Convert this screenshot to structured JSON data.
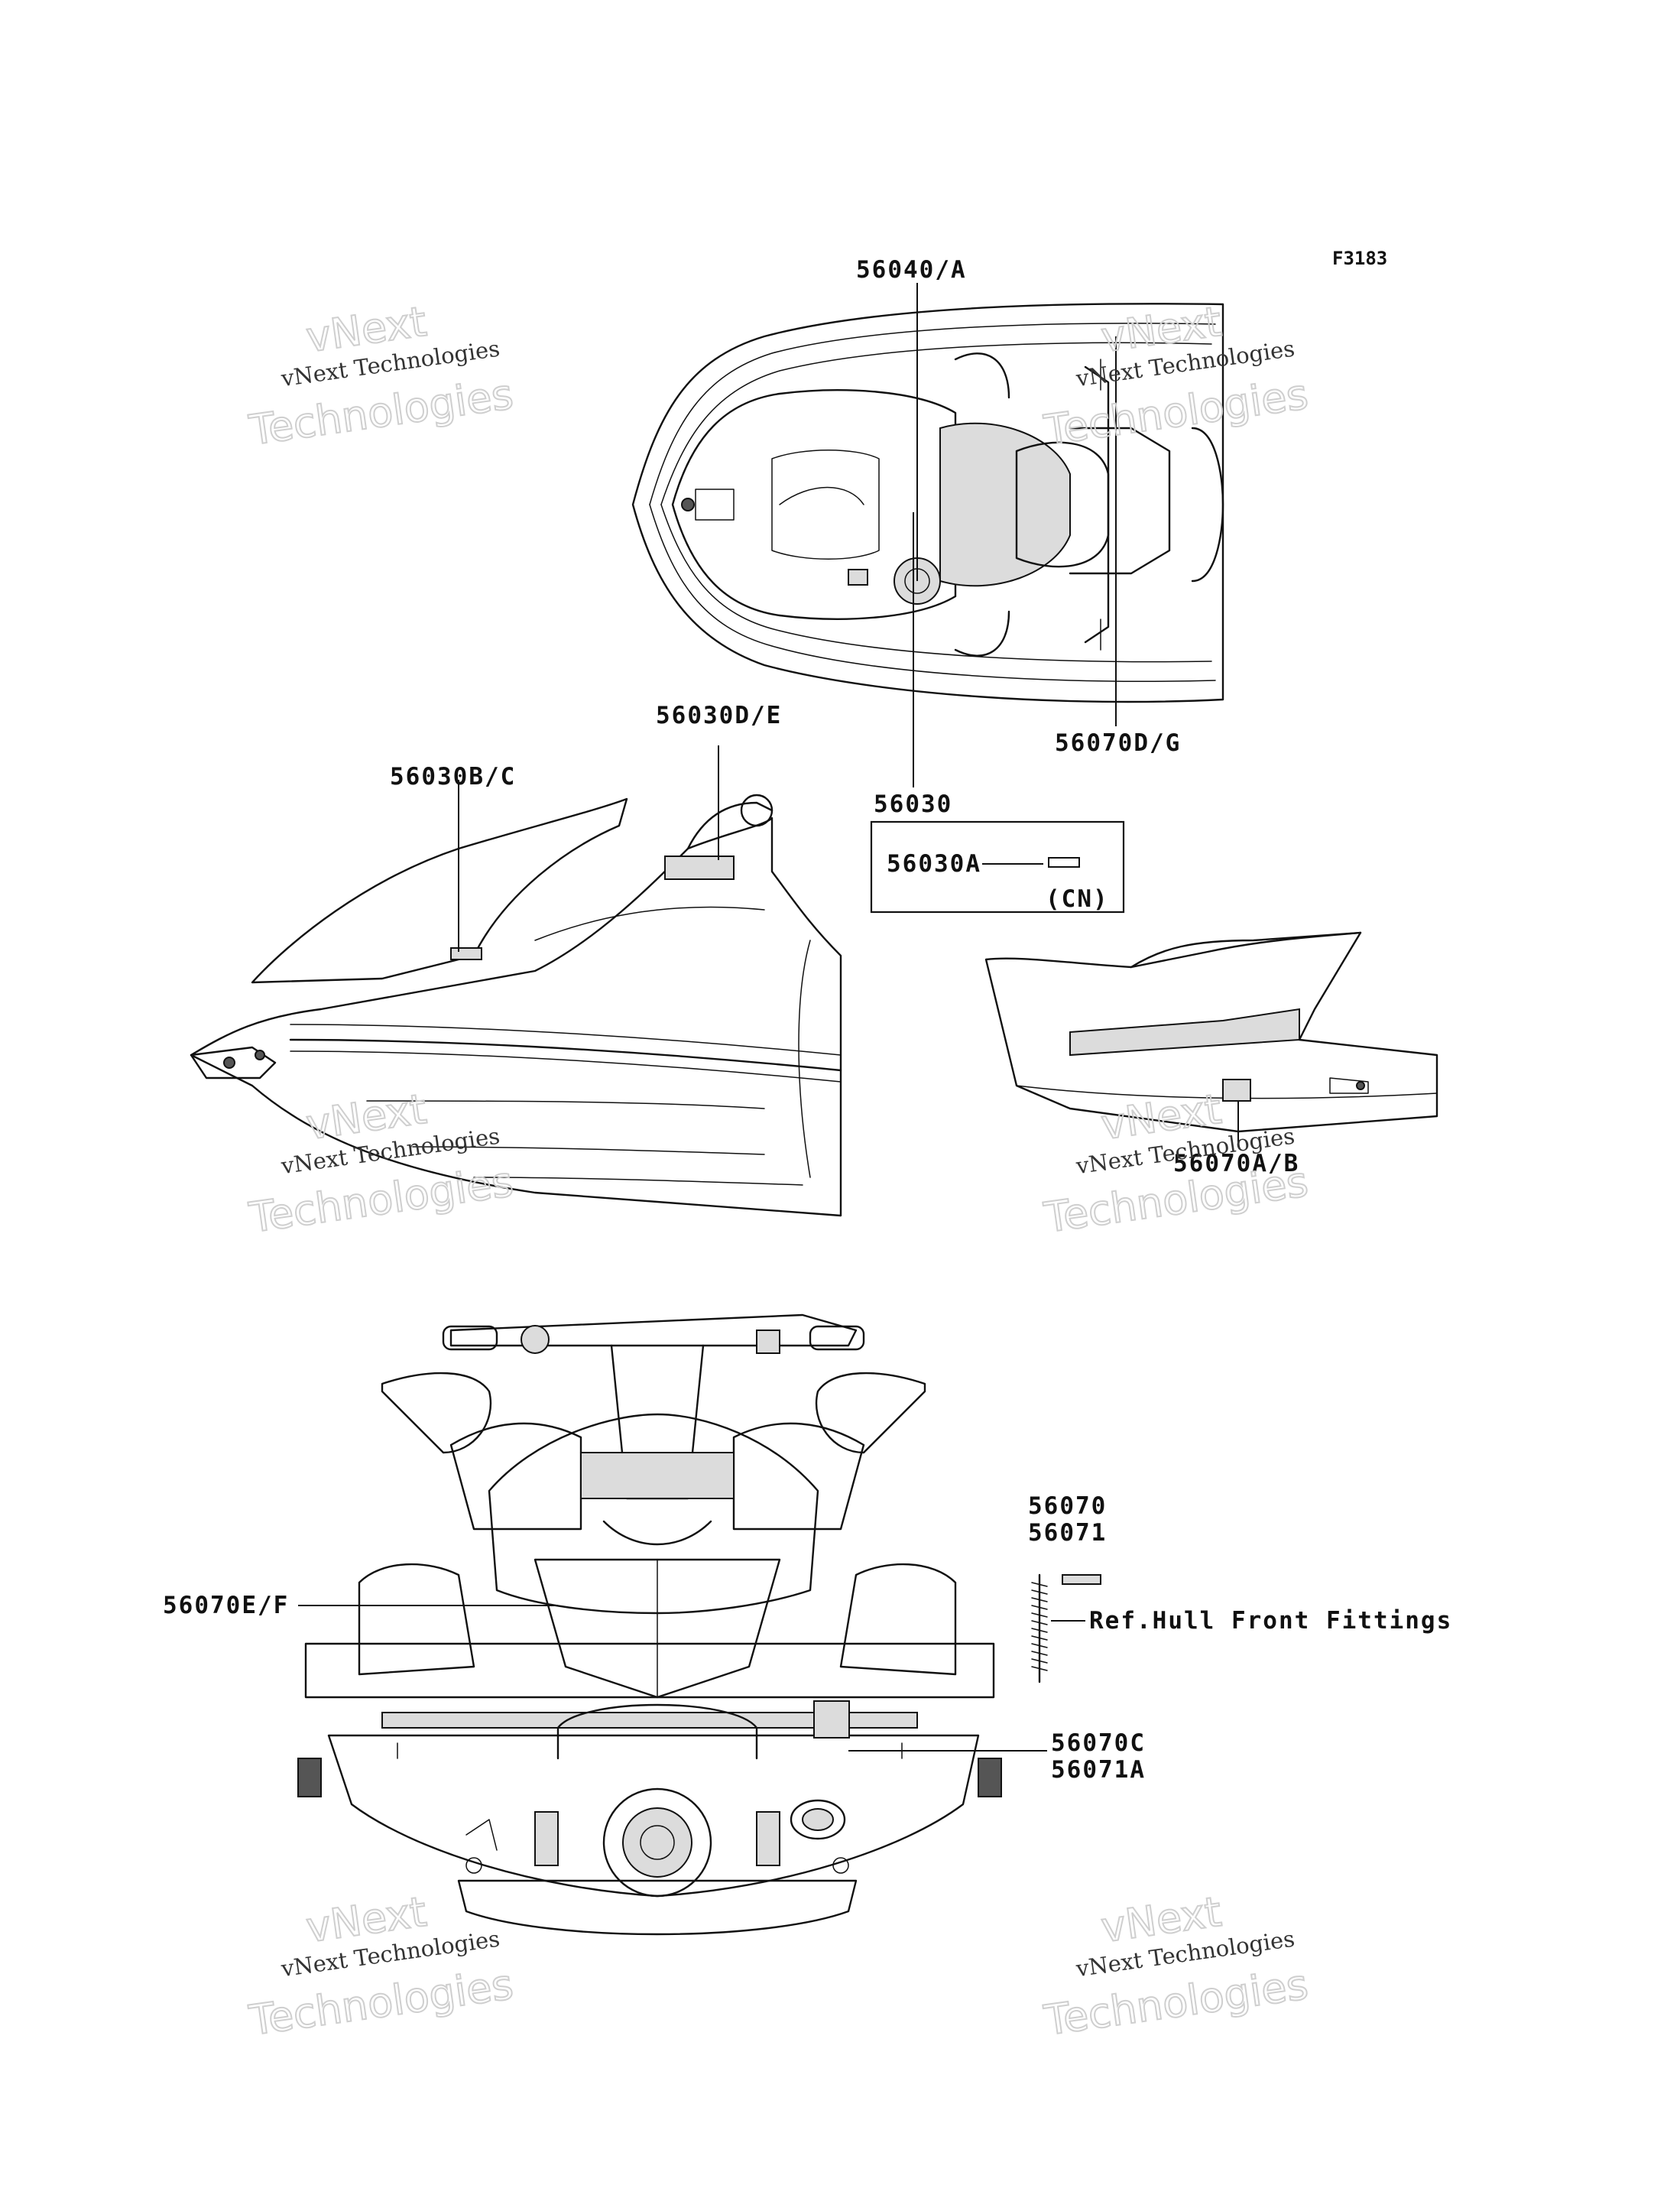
{
  "figure_code": "F3183",
  "callouts": {
    "c56040A": "56040/A",
    "c56070DG": "56070D/G",
    "c56030": "56030",
    "c56030A": "56030A",
    "cCN": "(CN)",
    "c56030DE": "56030D/E",
    "c56030BC": "56030B/C",
    "c56070AB": "56070A/B",
    "c56070": "56070",
    "c56071": "56071",
    "c56070EF": "56070E/F",
    "cRef": "Ref.Hull Front Fittings",
    "c56070C": "56070C",
    "c56071A": "56071A"
  },
  "watermark": {
    "line1": "vNext",
    "line2": "vNext Technologies",
    "line3": "Technologies"
  }
}
